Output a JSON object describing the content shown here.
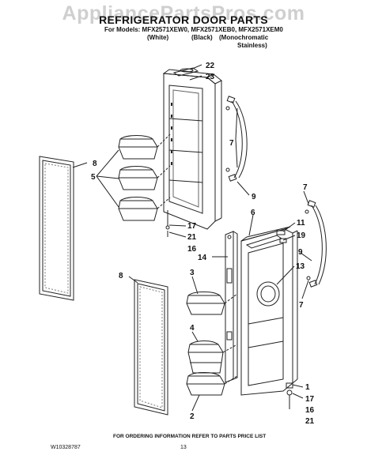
{
  "watermark": "AppliancePartsPros.com",
  "header": {
    "title": "REFRIGERATOR DOOR PARTS",
    "models_line": "For Models: MFX2571XEW0, MFX2571XEB0, MFX2571XEM0",
    "variants": [
      "(White)",
      "(Black)",
      "(Monochromatic",
      "Stainless)"
    ]
  },
  "callouts": {
    "c22": "22",
    "c23": "23",
    "c7a": "7",
    "c8a": "8",
    "c5": "5",
    "c9a": "9",
    "c17a": "17",
    "c21a": "21",
    "c16a": "16",
    "c7b": "7",
    "c6": "6",
    "c11": "11",
    "c19": "19",
    "c9b": "9",
    "c14": "14",
    "c13": "13",
    "c8b": "8",
    "c3": "3",
    "c7c": "7",
    "c4": "4",
    "c2": "2",
    "c1": "1",
    "c17b": "17",
    "c16b": "16",
    "c21b": "21"
  },
  "footer": {
    "order_info": "FOR ORDERING INFORMATION REFER TO PARTS PRICE LIST",
    "doc_number": "W10328787",
    "page_number": "13"
  }
}
